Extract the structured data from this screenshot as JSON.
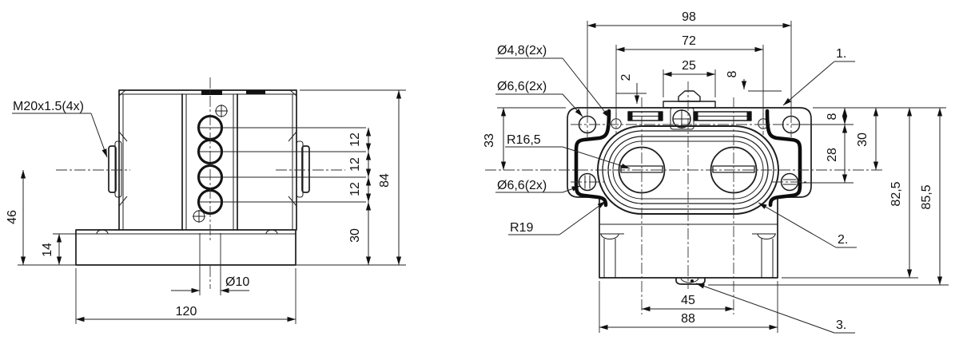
{
  "drawing": {
    "front_view": {
      "thread_label": "M20x1.5(4x)",
      "dim_46": "46",
      "dim_14": "14",
      "dim_12_1": "12",
      "dim_12_2": "12",
      "dim_12_3": "12",
      "dim_30": "30",
      "dim_84": "84",
      "dim_hole_dia": "Ø10",
      "dim_120": "120"
    },
    "top_view": {
      "dim_98": "98",
      "dim_72": "72",
      "dim_25": "25",
      "dim_2": "2",
      "dim_8_top": "8",
      "dim_33": "33",
      "label_dia_48": "Ø4,8(2x)",
      "label_dia_66_top": "Ø6,6(2x)",
      "label_r16_5": "R16,5",
      "label_dia_66_bottom": "Ø6,6(2x)",
      "label_r19": "R19",
      "ref_1": "1.",
      "ref_2": "2.",
      "ref_3": "3.",
      "dim_8_right": "8",
      "dim_28": "28",
      "dim_30_right": "30",
      "dim_82_5": "82,5",
      "dim_85_5": "85,5",
      "dim_45": "45",
      "dim_88": "88"
    }
  }
}
